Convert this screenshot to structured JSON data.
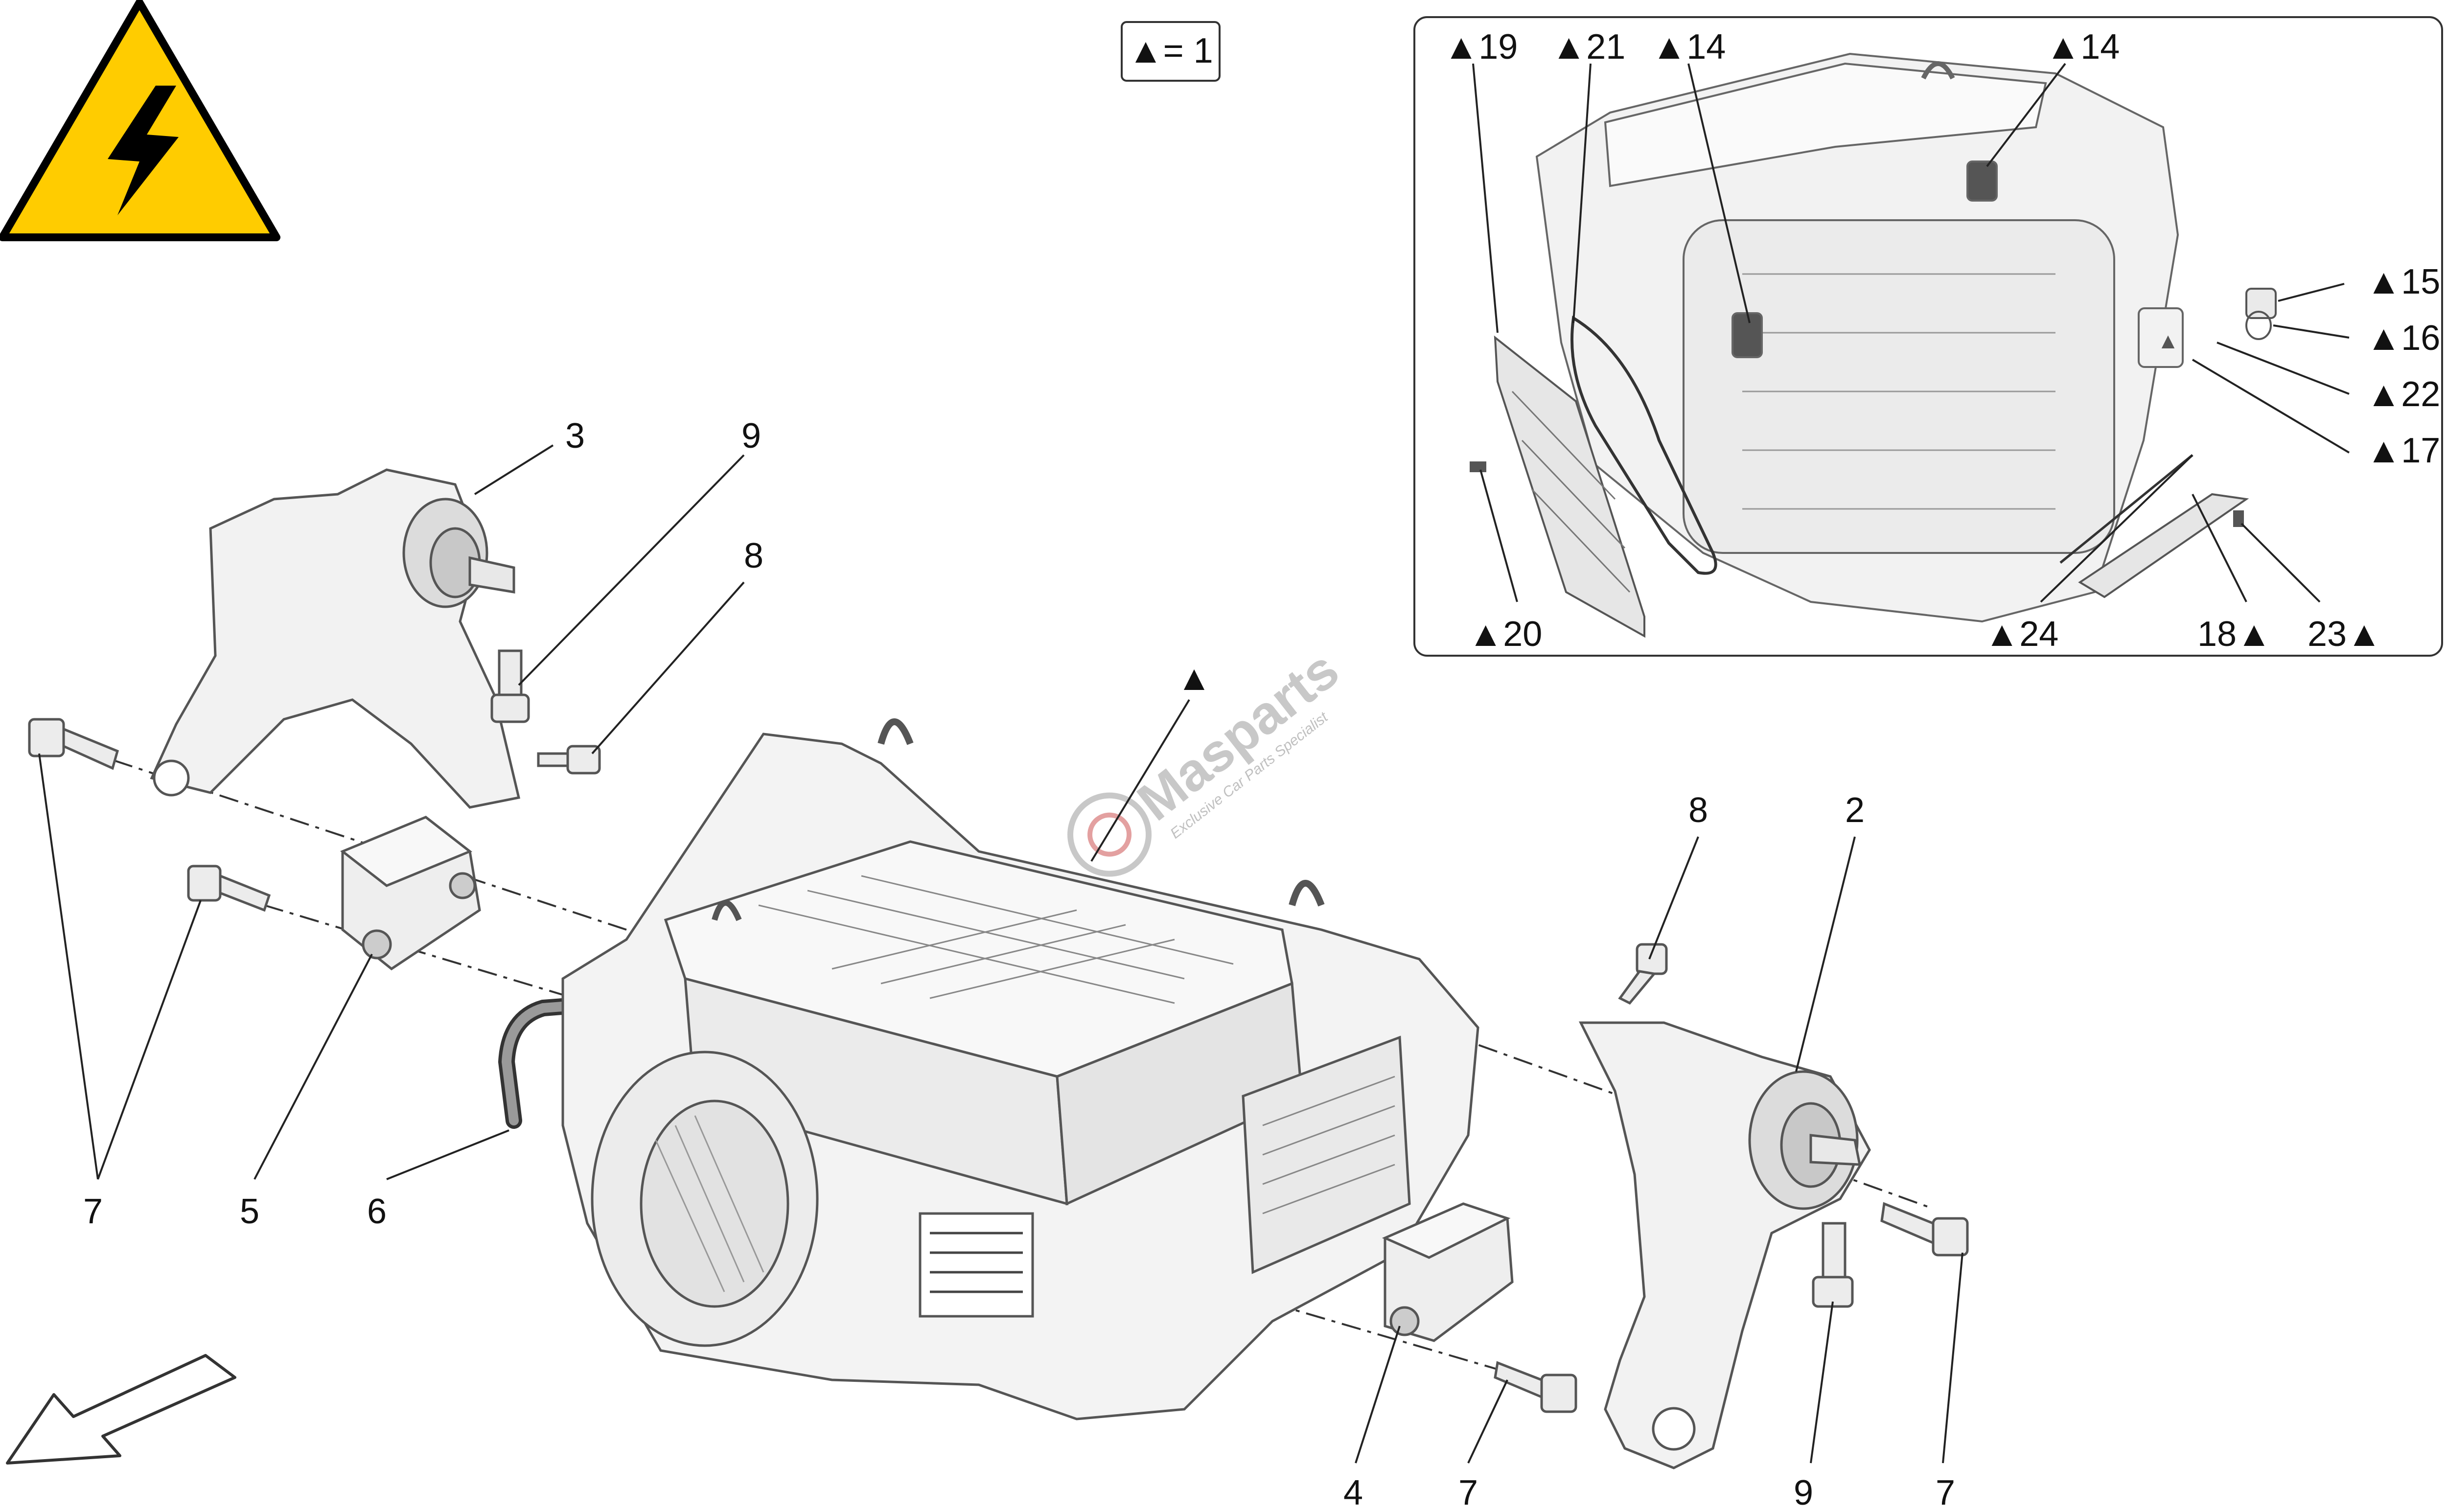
{
  "diagram": {
    "legend_box": "▲= 1",
    "watermark": {
      "brand": "Masparts",
      "tagline": "Exclusive Car Parts Specialist"
    },
    "main_callouts": {
      "c3": "3",
      "c9a": "9",
      "c8a": "8",
      "c7a": "7",
      "c5": "5",
      "c6": "6",
      "ctri": "▲",
      "c8b": "8",
      "c2": "2",
      "c4": "4",
      "c7b": "7",
      "c9b": "9",
      "c7c": "7"
    },
    "inset_callouts": {
      "i19": "▲19",
      "i21": "▲21",
      "i14a": "▲14",
      "i14b": "▲14",
      "i15": "▲15",
      "i16": "▲16",
      "i22": "▲22",
      "i17": "▲17",
      "i20": "▲20",
      "i24": "▲24",
      "i18": "18▲",
      "i23": "23▲"
    },
    "colors": {
      "warning_fill": "#ffcc00",
      "warning_stroke": "#000000",
      "part_fill": "#f2f2f2",
      "part_stroke": "#555555",
      "leader": "#222222",
      "watermark": "#c8c8c8",
      "watermark_accent": "#e3a0a0"
    },
    "icons": [
      "high-voltage-warning-icon",
      "front-direction-arrow-icon"
    ]
  }
}
